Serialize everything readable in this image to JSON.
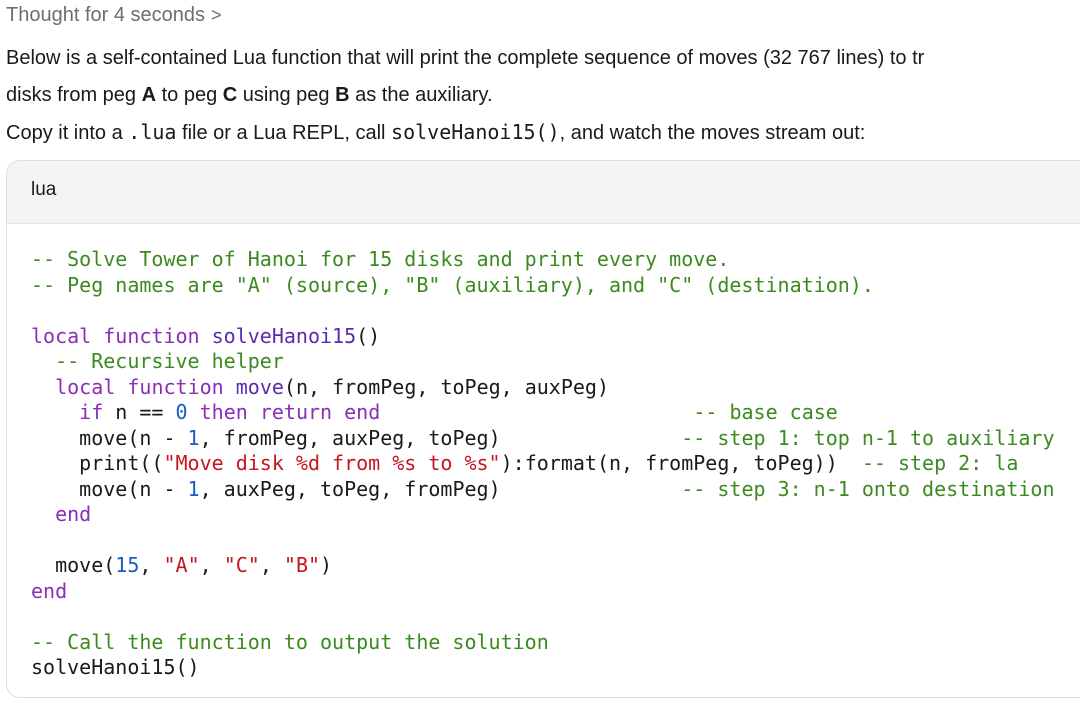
{
  "thought": {
    "label": "Thought for 4 seconds",
    "chevron": ">"
  },
  "intro": {
    "line1_a": "Below is a self-contained Lua function that will print the complete sequence of moves (32 767 lines) to tr",
    "line2_a": "disks from peg ",
    "peg_a": "A",
    "line2_b": " to peg ",
    "peg_c": "C",
    "line2_c": " using peg ",
    "peg_b": "B",
    "line2_d": " as the auxiliary.",
    "line3_a": "Copy it into a ",
    "ext_code": ".lua",
    "line3_b": " file or a Lua REPL, call ",
    "call_code": "solveHanoi15()",
    "line3_c": ", and watch the moves stream out:"
  },
  "code_block": {
    "language": "lua",
    "lines": [
      "-- Solve Tower of Hanoi for 15 disks and print every move.",
      "-- Peg names are \"A\" (source), \"B\" (auxiliary), and \"C\" (destination).",
      "",
      "local function solveHanoi15()",
      "  -- Recursive helper",
      "  local function move(n, fromPeg, toPeg, auxPeg)",
      "    if n == 0 then return end                          -- base case",
      "    move(n - 1, fromPeg, auxPeg, toPeg)               -- step 1: top n-1 to auxiliary",
      "    print((\"Move disk %d from %s to %s\"):format(n, fromPeg, toPeg))  -- step 2: la",
      "    move(n - 1, auxPeg, toPeg, fromPeg)               -- step 3: n-1 onto destination",
      "  end",
      "",
      "  move(15, \"A\", \"C\", \"B\")",
      "end",
      "",
      "-- Call the function to output the solution",
      "solveHanoi15()"
    ]
  },
  "colors": {
    "comment": "#3b8a1f",
    "keyword": "#8a2eb8",
    "function_name": "#5a2bb0",
    "string": "#c4161c",
    "number": "#1a5cc4"
  }
}
